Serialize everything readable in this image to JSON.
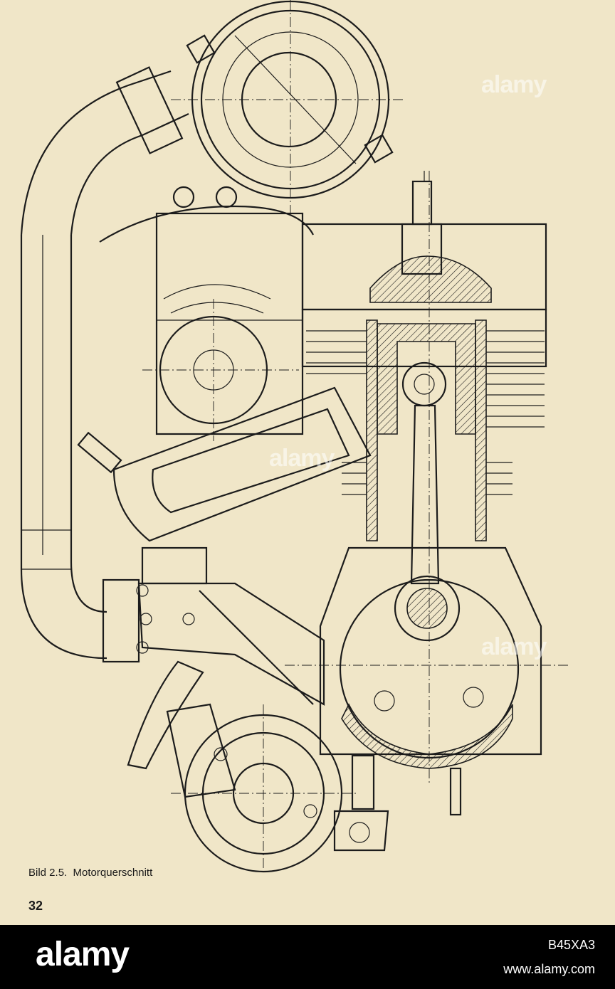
{
  "caption": {
    "label": "Bild 2.5.",
    "title": "Motorquerschnitt"
  },
  "page_number": "32",
  "watermarks": [
    "alamy",
    "alamy",
    "alamy"
  ],
  "footer": {
    "logo": "alamy",
    "image_id": "B45XA3",
    "url": "www.alamy.com"
  },
  "colors": {
    "paper": "#f0e6c8",
    "ink": "#1c1c1c",
    "footer": "#000000"
  }
}
